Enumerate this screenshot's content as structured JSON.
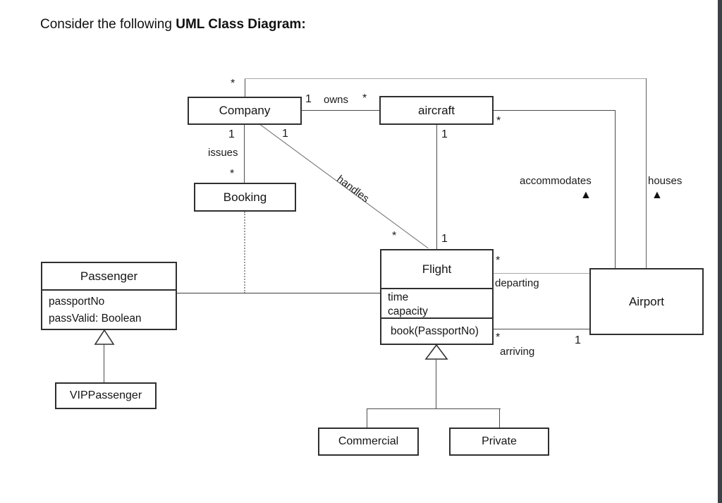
{
  "title": {
    "prefix": "Consider the following ",
    "bold": "UML Class Diagram",
    "suffix": ":"
  },
  "classes": {
    "company": {
      "name": "Company"
    },
    "aircraft": {
      "name": "aircraft"
    },
    "booking": {
      "name": "Booking"
    },
    "passenger": {
      "name": "Passenger",
      "attributes": [
        "passportNo",
        "passValid: Boolean"
      ]
    },
    "flight": {
      "name": "Flight",
      "attributes": [
        "time",
        "capacity"
      ],
      "methods": [
        "book(PassportNo)"
      ]
    },
    "airport": {
      "name": "Airport"
    },
    "vip_passenger": {
      "name": "VIPPassenger"
    },
    "commercial": {
      "name": "Commercial"
    },
    "private": {
      "name": "Private"
    }
  },
  "associations": {
    "owns": {
      "name": "owns",
      "company_mult": "1",
      "aircraft_mult": "*"
    },
    "issues": {
      "name": "issues",
      "company_mult": "1",
      "booking_mult": "*"
    },
    "handles": {
      "name": "handles",
      "company_mult": "1",
      "flight_mult": "*"
    },
    "aircraft_flight": {
      "aircraft_mult": "1",
      "flight_mult": "1"
    },
    "houses": {
      "name": "houses",
      "company_mult": "*",
      "marker": "▲"
    },
    "accommodates": {
      "name": "accommodates",
      "aircraft_mult": "*",
      "marker": "▲"
    },
    "departing": {
      "name": "departing",
      "flight_mult": "*"
    },
    "arriving": {
      "name": "arriving",
      "flight_mult": "*",
      "airport_mult": "1"
    }
  }
}
